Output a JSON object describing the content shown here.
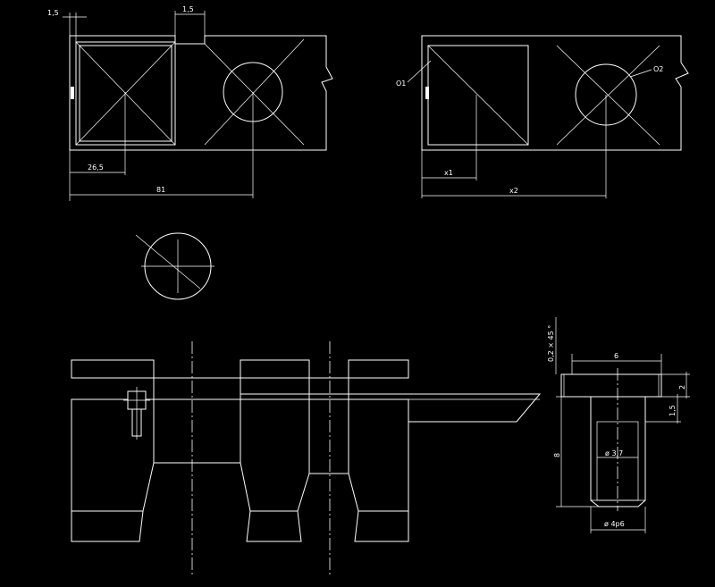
{
  "colors": {
    "background": "#000000",
    "line": "#ffffff"
  },
  "dimensions": {
    "top_left_15a": "1,5",
    "top_left_15b": "1,5",
    "d_265": "26,5",
    "d_81": "81",
    "d_x1": "x1",
    "d_x2": "x2",
    "pin_chamfer": "0,2 × 45 °",
    "pin_6": "6",
    "pin_2": "2",
    "pin_15": "1,5",
    "pin_8": "8",
    "pin_d37": "ø 3,7",
    "pin_d4p6": "ø 4p6"
  },
  "labels": {
    "o1": "O1",
    "o2": "O2"
  }
}
